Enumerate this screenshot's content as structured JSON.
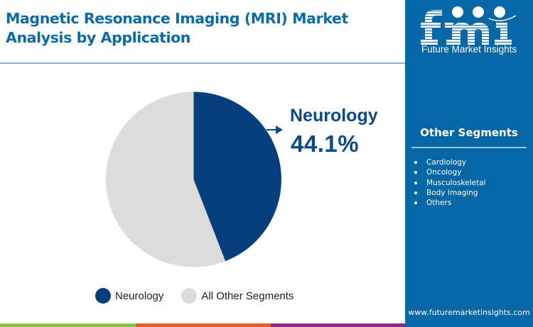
{
  "header": {
    "title_line1": "Magnetic Resonance Imaging (MRI) Market",
    "title_line2": "Analysis by Application"
  },
  "callout": {
    "label": "Neurology",
    "value": "44.1%"
  },
  "legend": {
    "items": [
      {
        "label": "Neurology",
        "color": "#063f7e"
      },
      {
        "label": "All Other Segments",
        "color": "#dcdcdc"
      }
    ]
  },
  "side_panel": {
    "brand_logo_text": "fmi",
    "brand_name": "Future Market Insights",
    "segments_title": "Other Segments",
    "segments": [
      "Cardiology",
      "Oncology",
      "Musculoskeletal",
      "Body Imaging",
      "Others"
    ],
    "website": "www.futuremarketinsights.com"
  },
  "colors": {
    "title": "#0a6aab",
    "panel_bg": "#0667a6",
    "neurology": "#063f7e",
    "others": "#dcdcdc",
    "bar_green": "#8bc34a",
    "bar_orange": "#e35b2a",
    "bar_purple": "#8e2a84"
  },
  "chart_data": {
    "type": "pie",
    "title": "Magnetic Resonance Imaging (MRI) Market Analysis by Application",
    "categories": [
      "Neurology",
      "All Other Segments"
    ],
    "values": [
      44.1,
      55.9
    ],
    "unit": "%",
    "colors": [
      "#063f7e",
      "#dcdcdc"
    ],
    "annotations": [
      {
        "target": "Neurology",
        "text": "Neurology 44.1%"
      }
    ],
    "legend_position": "bottom",
    "start_angle": "12 o'clock, clockwise"
  }
}
